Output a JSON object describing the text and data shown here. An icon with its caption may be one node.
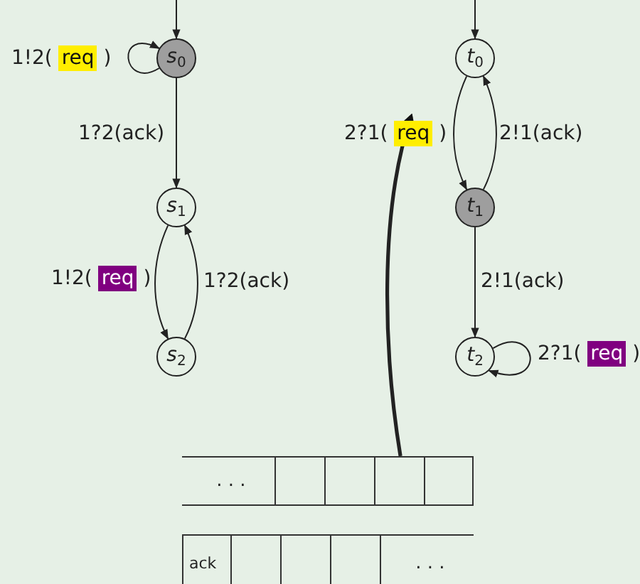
{
  "diagram": {
    "nodes": [
      {
        "text": [
          "*s*$_{0}$"
        ]
      },
      {
        "text": [
          "*s*$_{1}$"
        ]
      },
      {
        "text": [
          "*s*$_{2}$"
        ]
      },
      {
        "text": [
          "*t*$_{0}$"
        ]
      },
      {
        "text": [
          "*t*$_{1}$"
        ]
      },
      {
        "text": [
          "*t*$_{2}$"
        ]
      },
      {
        "text": [
          ". . ."
        ]
      },
      {
        "text": [],
        "shape": "box"
      },
      {
        "text": [],
        "shape": "box"
      },
      {
        "text": [],
        "shape": "box"
      },
      {
        "text": [],
        "shape": "box"
      },
      {
        "text": [
          "ack"
        ]
      },
      {
        "text": [],
        "shape": "box"
      },
      {
        "text": [],
        "shape": "box"
      },
      {
        "text": [],
        "shape": "box"
      },
      {
        "text": [
          ". . ."
        ]
      }
    ],
    "edges": [
      {
        "from": null,
        "to": 0,
        "arrow": "to"
      },
      {
        "from": 0,
        "to": 0,
        "arrow": "to",
        "label": "1!2( req )"
      },
      {
        "from": 0,
        "to": 1,
        "arrow": "to",
        "label": "1?2(ack)"
      },
      {
        "from": 1,
        "to": 2,
        "arrow": "to",
        "label": "1!2( req )"
      },
      {
        "from": 2,
        "to": 1,
        "arrow": "to",
        "label": "1?2(ack)"
      },
      {
        "from": null,
        "to": 3,
        "arrow": "to"
      },
      {
        "from": 3,
        "to": 4,
        "arrow": "to",
        "label": "2?1( req )"
      },
      {
        "from": 4,
        "to": 3,
        "arrow": "to",
        "label": "2!1(ack)"
      },
      {
        "from": 4,
        "to": 5,
        "arrow": "to",
        "label": "2!1(ack)"
      },
      {
        "from": 5,
        "to": 5,
        "arrow": "to",
        "label": "2?1( req )"
      },
      {
        "from": 9,
        "to": null,
        "arrow": "to",
        "style": "thick"
      }
    ]
  }
}
